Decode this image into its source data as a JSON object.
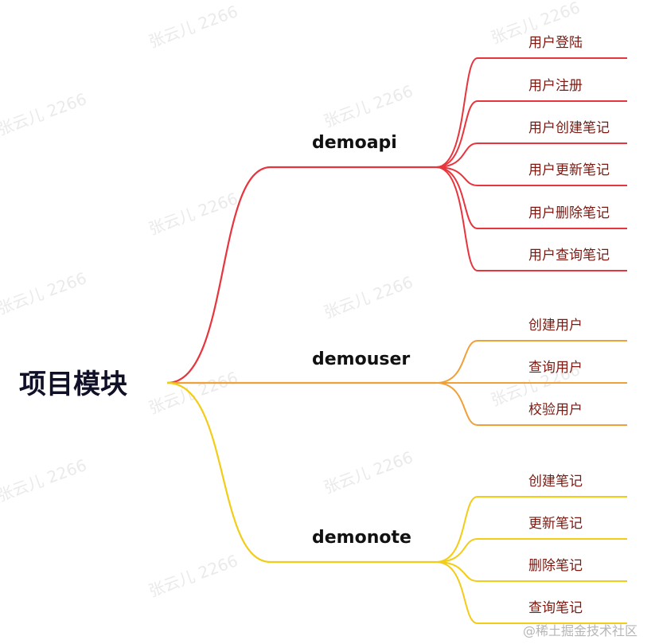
{
  "root": {
    "label": "项目模块"
  },
  "branches": [
    {
      "label": "demoapi",
      "color": "#e8343c",
      "leaves": [
        "用户登陆",
        "用户注册",
        "用户创建笔记",
        "用户更新笔记",
        "用户删除笔记",
        "用户查询笔记"
      ]
    },
    {
      "label": "demouser",
      "color": "#f0a038",
      "leaves": [
        "创建用户",
        "查询用户",
        "校验用户"
      ]
    },
    {
      "label": "demonote",
      "color": "#f2cc16",
      "leaves": [
        "创建笔记",
        "更新笔记",
        "删除笔记",
        "查询笔记"
      ]
    }
  ],
  "colors": {
    "leaf_text": "#7a1a12"
  },
  "watermark": {
    "text": "张云儿 2266",
    "footer": "@稀土掘金技术社区"
  }
}
